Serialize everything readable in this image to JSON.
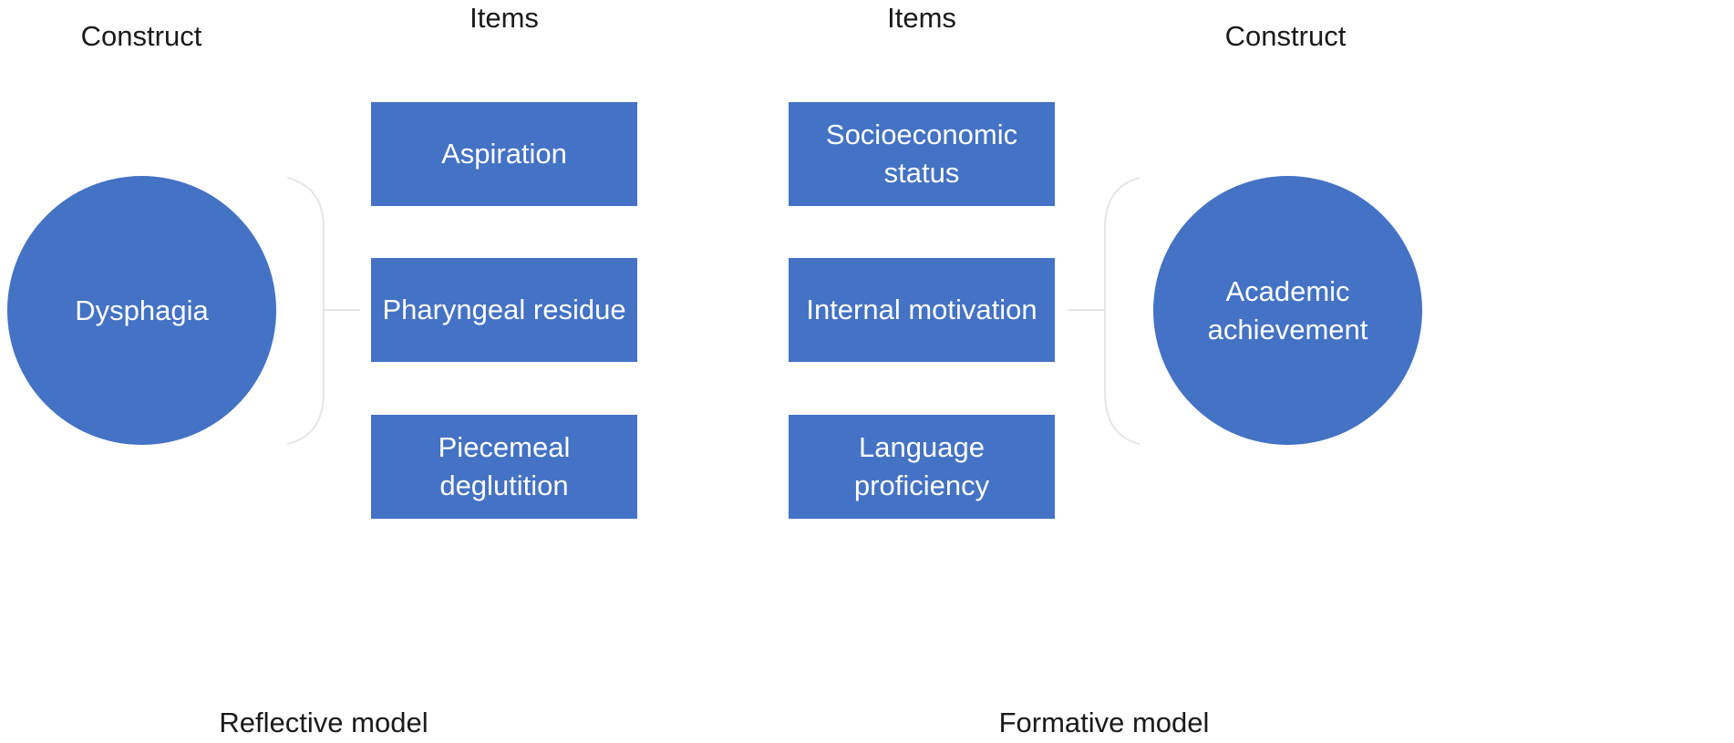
{
  "headers": {
    "left_construct": "Construct",
    "left_items": "Items",
    "right_items": "Items",
    "right_construct": "Construct"
  },
  "reflective": {
    "construct": "Dysphagia",
    "items": [
      "Aspiration",
      "Pharyngeal residue",
      "Piecemeal deglutition"
    ],
    "label": "Reflective model"
  },
  "formative": {
    "construct": "Academic achievement",
    "items": [
      "Socioeconomic status",
      "Internal motivation",
      "Language proficiency"
    ],
    "label": "Formative model"
  },
  "colors": {
    "node_fill": "#4472c4",
    "node_text": "#ffffff",
    "connector": "#e6e6e6"
  }
}
